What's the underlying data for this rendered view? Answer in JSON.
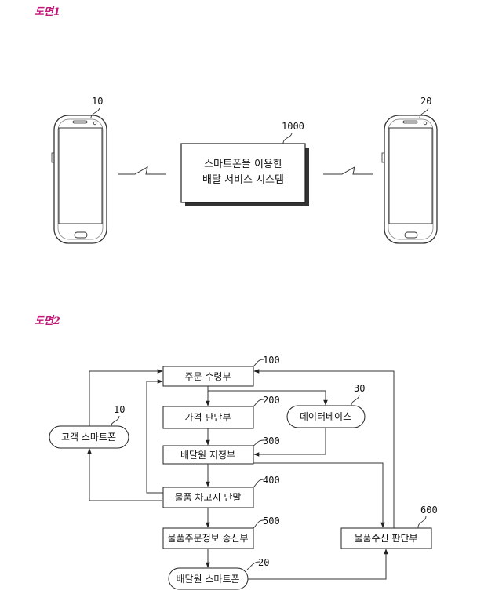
{
  "figure1": {
    "title": "도면1",
    "phone_left_ref": "10",
    "phone_right_ref": "20",
    "system_ref": "1000",
    "system_line1": "스마트폰을 이용한",
    "system_line2": "배달 서비스 시스템"
  },
  "figure2": {
    "title": "도면2",
    "nodes": {
      "order_receiver": {
        "label": "주문 수령부",
        "ref": "100"
      },
      "price_judge": {
        "label": "가격 판단부",
        "ref": "200"
      },
      "database": {
        "label": "데이터베이스",
        "ref": "30"
      },
      "deliverer_assign": {
        "label": "배달원 지정부",
        "ref": "300"
      },
      "vehicle_terminal": {
        "label": "물품 차고지 단말",
        "ref": "400"
      },
      "order_info_sender": {
        "label": "물품주문정보 송신부",
        "ref": "500"
      },
      "receipt_judge": {
        "label": "물품수신 판단부",
        "ref": "600"
      },
      "customer_phone": {
        "label": "고객 스마트폰",
        "ref": "10"
      },
      "deliverer_phone": {
        "label": "배달원 스마트폰",
        "ref": "20"
      }
    }
  }
}
